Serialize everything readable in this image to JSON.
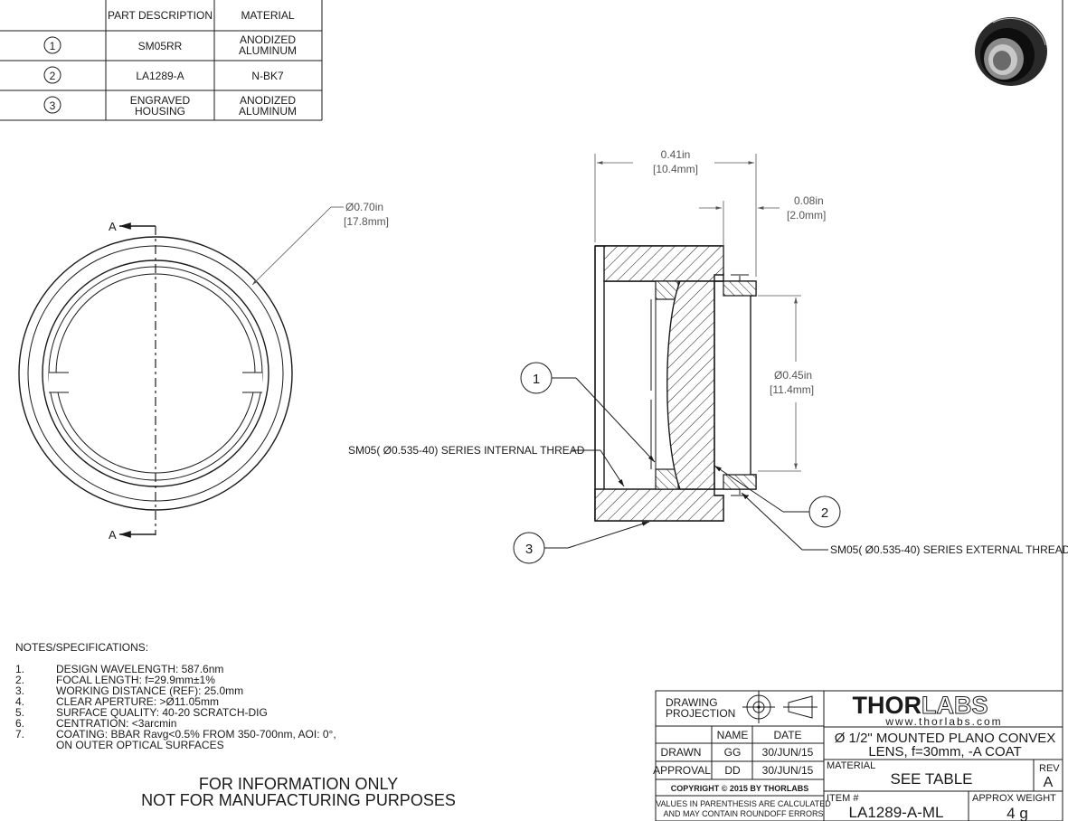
{
  "bom": {
    "headers": [
      "PART DESCRIPTION",
      "MATERIAL"
    ],
    "rows": [
      {
        "item": "1",
        "desc": [
          "SM05RR"
        ],
        "material": [
          "ANODIZED",
          "ALUMINUM"
        ]
      },
      {
        "item": "2",
        "desc": [
          "LA1289-A"
        ],
        "material": [
          "N-BK7"
        ]
      },
      {
        "item": "3",
        "desc": [
          "ENGRAVED",
          "HOUSING"
        ],
        "material": [
          "ANODIZED",
          "ALUMINUM"
        ]
      }
    ]
  },
  "front_view": {
    "section_label": "A",
    "diameter": "Ø0.70in",
    "diameter_mm": "[17.8mm]"
  },
  "section_view": {
    "length": "0.41in",
    "length_mm": "[10.4mm]",
    "thread_length": "0.08in",
    "thread_length_mm": "[2.0mm]",
    "aperture": "Ø0.45in",
    "aperture_mm": "[11.4mm]",
    "internal_thread": "SM05( Ø0.535-40) SERIES INTERNAL THREAD",
    "external_thread": "SM05( Ø0.535-40) SERIES EXTERNAL THREAD",
    "balloons": [
      "1",
      "2",
      "3"
    ]
  },
  "notes": {
    "title": "NOTES/SPECIFICATIONS:",
    "items": [
      {
        "n": "1.",
        "text": "DESIGN WAVELENGTH: 587.6nm"
      },
      {
        "n": "2.",
        "text": "FOCAL LENGTH: f=29.9mm±1%"
      },
      {
        "n": "3.",
        "text": "WORKING DISTANCE (REF): 25.0mm"
      },
      {
        "n": "4.",
        "text": "CLEAR APERTURE: >Ø11.05mm"
      },
      {
        "n": "5.",
        "text": "SURFACE QUALITY: 40-20 SCRATCH-DIG"
      },
      {
        "n": "6.",
        "text": "CENTRATION: <3arcmin"
      },
      {
        "n": "7.",
        "text": "COATING: BBAR Ravg<0.5% FROM 350-700nm, AOI: 0°,"
      },
      {
        "n": "",
        "text": "ON OUTER OPTICAL SURFACES"
      }
    ]
  },
  "disclaimer": [
    "FOR INFORMATION ONLY",
    "NOT FOR MANUFACTURING PURPOSES"
  ],
  "title_block": {
    "projection_label": [
      "DRAWING",
      "PROJECTION"
    ],
    "name_header": "NAME",
    "date_header": "DATE",
    "drawn_label": "DRAWN",
    "drawn_name": "GG",
    "drawn_date": "30/JUN/15",
    "approval_label": "APPROVAL",
    "approval_name": "DD",
    "approval_date": "30/JUN/15",
    "copyright": "COPYRIGHT © 2015 BY THORLABS",
    "values_note": [
      "VALUES IN PARENTHESIS ARE CALCULATED",
      "AND MAY CONTAIN ROUNDOFF ERRORS"
    ],
    "logo_a": "THOR",
    "logo_b": "LABS",
    "website": "www.thorlabs.com",
    "title": [
      "Ø 1/2\" MOUNTED PLANO CONVEX",
      "LENS, f=30mm, -A COAT"
    ],
    "material_label": "MATERIAL",
    "material_value": "SEE TABLE",
    "rev_label": "REV",
    "rev_value": "A",
    "item_label": "ITEM #",
    "item_value": "LA1289-A-ML",
    "weight_label": "APPROX WEIGHT",
    "weight_value": "4 g"
  },
  "photo_label": "product-photo"
}
